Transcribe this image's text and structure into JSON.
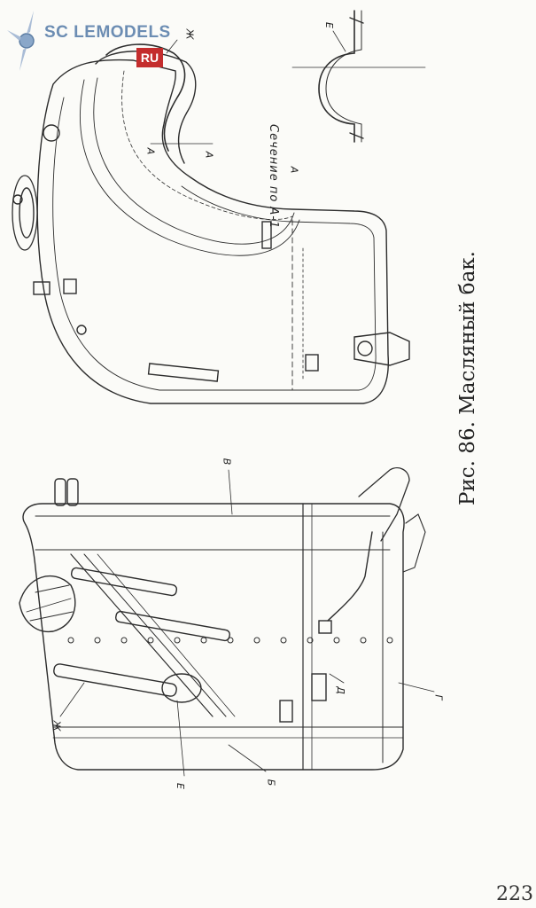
{
  "watermark": {
    "text": "SC LEMODELS",
    "badge": "RU"
  },
  "figure": {
    "caption": "Рис. 86. Масляный бак.",
    "section_title": "Сечение по А-1"
  },
  "labels": {
    "zh_top": "Ж",
    "a_upper": "А",
    "a_lower": "А",
    "a_mid": "А",
    "e_section": "Е",
    "v": "В",
    "zh_side": "Ж",
    "e_lower": "Е",
    "b": "Б",
    "d": "Д",
    "g": "Г"
  },
  "page_number": "223"
}
